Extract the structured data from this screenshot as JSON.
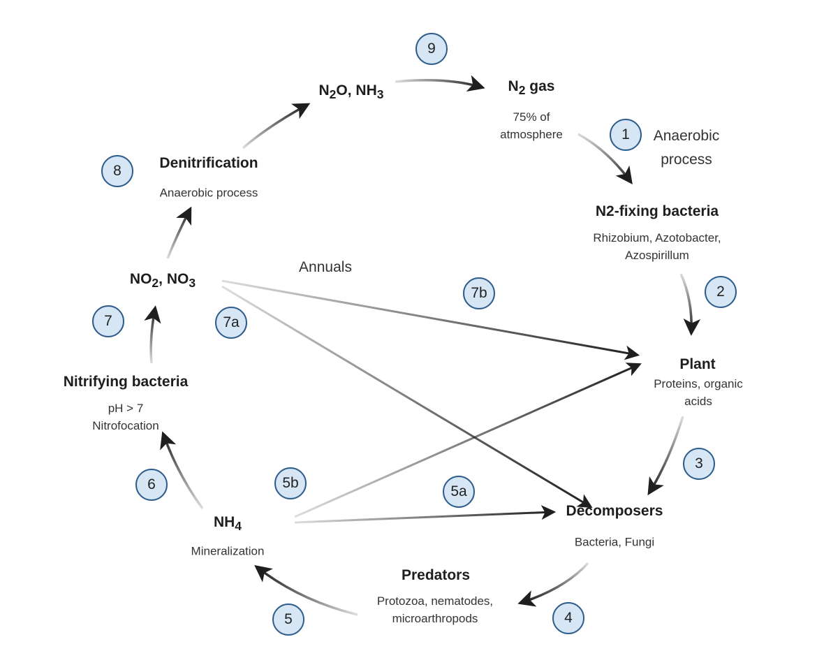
{
  "nodes": {
    "n2_gas": {
      "title_main": "N",
      "title_sub": "2",
      "title_rest": " gas",
      "sub1": "75% of",
      "sub2": "atmosphere"
    },
    "fixing": {
      "title": "N2-fixing bacteria",
      "sub1": "Rhizobium, Azotobacter,",
      "sub2": "Azospirillum"
    },
    "plant": {
      "title": "Plant",
      "sub1": "Proteins, organic",
      "sub2": "acids"
    },
    "decomposers": {
      "title": "Decomposers",
      "sub1": "Bacteria, Fungi"
    },
    "predators": {
      "title": "Predators",
      "sub1": "Protozoa, nematodes,",
      "sub2": "microarthropods"
    },
    "nh4": {
      "title_main": "NH",
      "title_sub": "4",
      "sub1": "Mineralization"
    },
    "nitrifying": {
      "title": "Nitrifying bacteria",
      "sub1": "pH > 7",
      "sub2": "Nitrofocation"
    },
    "no2_no3": {
      "a": "NO",
      "a_sub": "2",
      "b": ", NO",
      "b_sub": "3"
    },
    "denitrification": {
      "title": "Denitrification",
      "sub1": "Anaerobic process"
    },
    "n2o_nh3": {
      "a": "N",
      "a_sub": "2",
      "b": "O, NH",
      "b_sub": "3"
    }
  },
  "notes": {
    "anaerobic1": "Anaerobic",
    "anaerobic2": "process",
    "annuals": "Annuals"
  },
  "steps": [
    "9",
    "1",
    "2",
    "3",
    "4",
    "5",
    "5a",
    "5b",
    "6",
    "7",
    "7a",
    "7b",
    "8"
  ],
  "colors": {
    "arrow": "#1f1f1f",
    "circle_fill": "#d6e6f5",
    "circle_stroke": "#2e5d8c"
  }
}
